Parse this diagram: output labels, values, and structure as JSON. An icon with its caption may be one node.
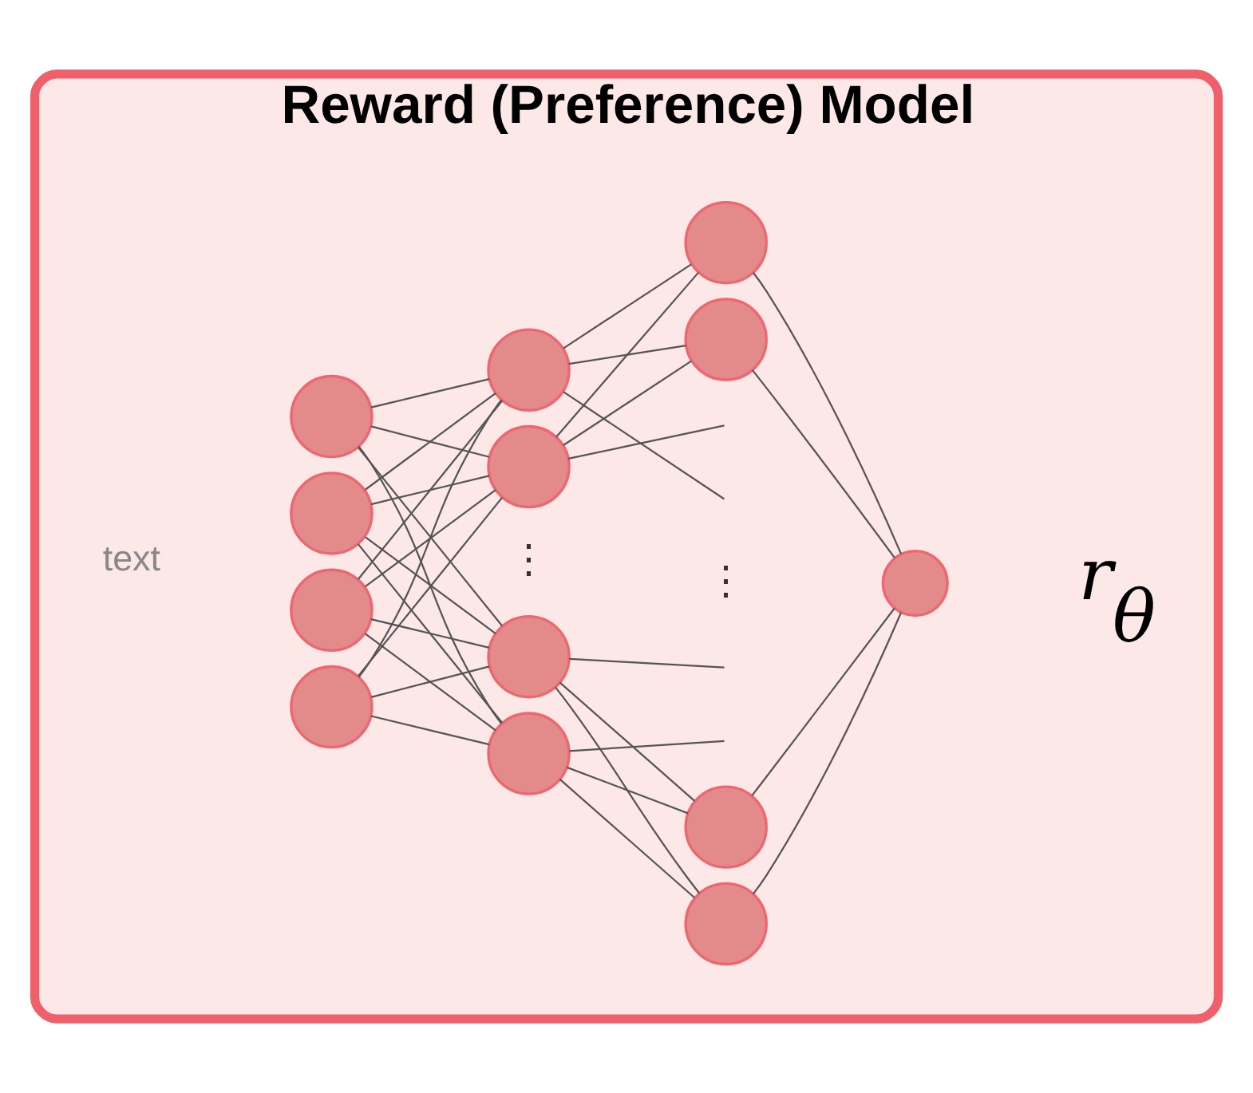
{
  "diagram": {
    "nodes": [
      {
        "text": [
          "Reward (Preference) Model"
        ]
      },
      {
        "text": [],
        "shape": "circle",
        "in": 0
      },
      {
        "text": [],
        "shape": "circle",
        "in": 0
      },
      {
        "text": [],
        "shape": "circle",
        "in": 0
      },
      {
        "text": [],
        "shape": "circle",
        "in": 0
      },
      {
        "text": [],
        "shape": "circle",
        "in": 0
      },
      {
        "text": [],
        "shape": "circle",
        "in": 0
      },
      {
        "text": [],
        "shape": "circle",
        "in": 0
      },
      {
        "text": [],
        "shape": "circle",
        "in": 0
      },
      {
        "text": [],
        "shape": "circle",
        "in": 0
      },
      {
        "text": [],
        "shape": "circle",
        "in": 0
      },
      {
        "text": [],
        "shape": "circle",
        "in": 0
      },
      {
        "text": [],
        "shape": "circle",
        "in": 0
      },
      {
        "text": [],
        "shape": "circle",
        "in": 0,
        "beside": [
          "r$_{θ}$"
        ]
      }
    ],
    "edges": [
      {
        "from": 1,
        "to": 5,
        "arrow": "none"
      },
      {
        "from": 1,
        "to": 6,
        "arrow": "none"
      },
      {
        "from": 1,
        "to": 7,
        "arrow": "none"
      },
      {
        "from": 1,
        "to": 8,
        "arrow": "none"
      },
      {
        "from": 2,
        "to": 5,
        "arrow": "none"
      },
      {
        "from": 2,
        "to": 6,
        "arrow": "none"
      },
      {
        "from": 2,
        "to": 7,
        "arrow": "none"
      },
      {
        "from": 2,
        "to": 8,
        "arrow": "none"
      },
      {
        "from": 3,
        "to": 5,
        "arrow": "none"
      },
      {
        "from": 3,
        "to": 6,
        "arrow": "none"
      },
      {
        "from": 3,
        "to": 7,
        "arrow": "none"
      },
      {
        "from": 3,
        "to": 8,
        "arrow": "none"
      },
      {
        "from": 4,
        "to": 5,
        "arrow": "none"
      },
      {
        "from": 4,
        "to": 6,
        "arrow": "none"
      },
      {
        "from": 4,
        "to": 7,
        "arrow": "none"
      },
      {
        "from": 4,
        "to": 8,
        "arrow": "none"
      },
      {
        "from": 5,
        "to": 9,
        "arrow": "none"
      },
      {
        "from": 5,
        "to": 10,
        "arrow": "none"
      },
      {
        "from": 5,
        "to": null,
        "arrow": "none"
      },
      {
        "from": 6,
        "to": 9,
        "arrow": "none"
      },
      {
        "from": 6,
        "to": 10,
        "arrow": "none"
      },
      {
        "from": 6,
        "to": null,
        "arrow": "none"
      },
      {
        "from": 7,
        "to": null,
        "arrow": "none"
      },
      {
        "from": 7,
        "to": 11,
        "arrow": "none"
      },
      {
        "from": 7,
        "to": 12,
        "arrow": "none"
      },
      {
        "from": 8,
        "to": null,
        "arrow": "none"
      },
      {
        "from": 8,
        "to": 11,
        "arrow": "none"
      },
      {
        "from": 8,
        "to": 12,
        "arrow": "none"
      },
      {
        "from": 9,
        "to": 13,
        "arrow": "none"
      },
      {
        "from": 10,
        "to": 13,
        "arrow": "none"
      },
      {
        "from": 11,
        "to": 13,
        "arrow": "none"
      },
      {
        "from": 12,
        "to": 13,
        "arrow": "none"
      }
    ],
    "labels": [
      "text",
      "⋮",
      "⋮"
    ]
  }
}
